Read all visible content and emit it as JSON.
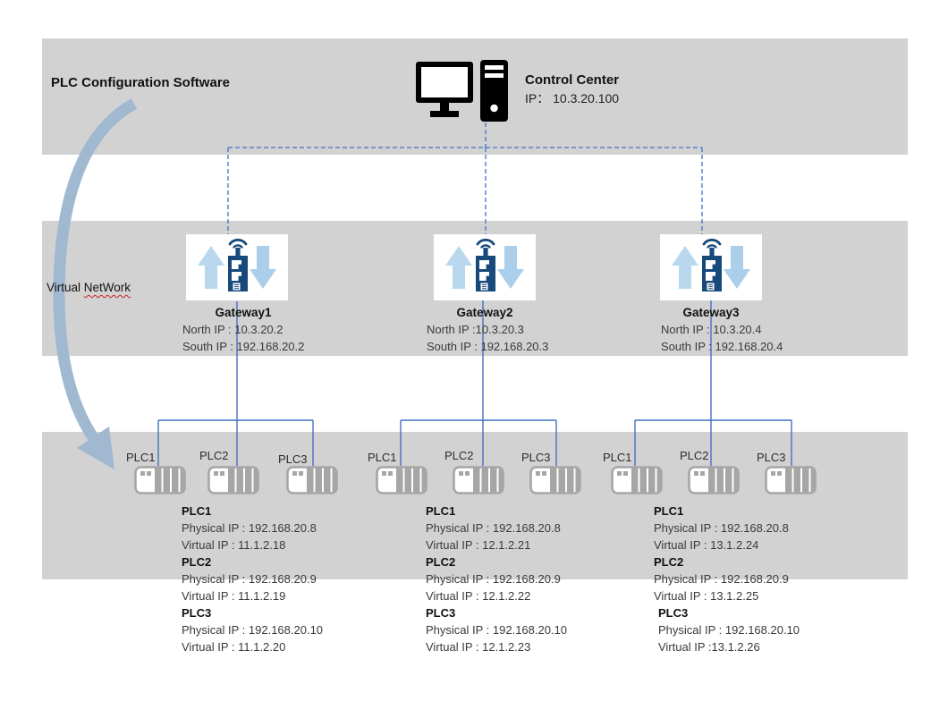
{
  "header": {
    "software_label": "PLC Configuration Software",
    "control_center": {
      "title": "Control Center",
      "ip": "IP：  10.3.20.100"
    }
  },
  "virtual_network": {
    "prefix": "Virtual ",
    "wavy": "NetWork"
  },
  "gateways": [
    {
      "name": "Gateway1",
      "north_ip": "North IP : 10.3.20.2",
      "south_ip": "South IP : 192.168.20.2"
    },
    {
      "name": "Gateway2",
      "north_ip": "North IP :10.3.20.3",
      "south_ip": "South IP : 192.168.20.3"
    },
    {
      "name": "Gateway3",
      "north_ip": "North IP : 10.3.20.4",
      "south_ip": "South IP : 192.168.20.4"
    }
  ],
  "plc_groups": [
    {
      "plcs": [
        {
          "name": "PLC1",
          "physical_ip": "Physical IP : 192.168.20.8",
          "virtual_ip": "Virtual IP : 11.1.2.18"
        },
        {
          "name": "PLC2",
          "physical_ip": "Physical IP : 192.168.20.9",
          "virtual_ip": "Virtual IP : 11.1.2.19"
        },
        {
          "name": "PLC3",
          "physical_ip": "Physical IP : 192.168.20.10",
          "virtual_ip": "Virtual IP : 11.1.2.20"
        }
      ]
    },
    {
      "plcs": [
        {
          "name": "PLC1",
          "physical_ip": "Physical IP : 192.168.20.8",
          "virtual_ip": "Virtual IP : 12.1.2.21"
        },
        {
          "name": "PLC2",
          "physical_ip": "Physical IP : 192.168.20.9",
          "virtual_ip": "Virtual IP : 12.1.2.22"
        },
        {
          "name": "PLC3",
          "physical_ip": "Physical IP : 192.168.20.10",
          "virtual_ip": "Virtual IP : 12.1.2.23"
        }
      ]
    },
    {
      "plcs": [
        {
          "name": "PLC1",
          "physical_ip": "Physical IP : 192.168.20.8",
          "virtual_ip": "Virtual IP : 13.1.2.24"
        },
        {
          "name": "PLC2",
          "physical_ip": "Physical IP : 192.168.20.9",
          "virtual_ip": "Virtual IP : 13.1.2.25"
        },
        {
          "name": "PLC3",
          "physical_ip": "Physical IP : 192.168.20.10",
          "virtual_ip": "Virtual IP :13.1.2.26"
        }
      ]
    }
  ],
  "icons": {
    "computer": "desktop-computer-icon",
    "gateway": "wireless-gateway-icon",
    "plc": "plc-module-icon",
    "swoosh": "curved-arrow"
  },
  "colors": {
    "band_gray": "#D2D2D2",
    "line_blue": "#4472C4",
    "arrow_blue": "#A0B8D0",
    "gateway_navy": "#17497B",
    "gateway_light_blue": "#B9D8EE",
    "plc_gray": "#A6A6A6"
  }
}
